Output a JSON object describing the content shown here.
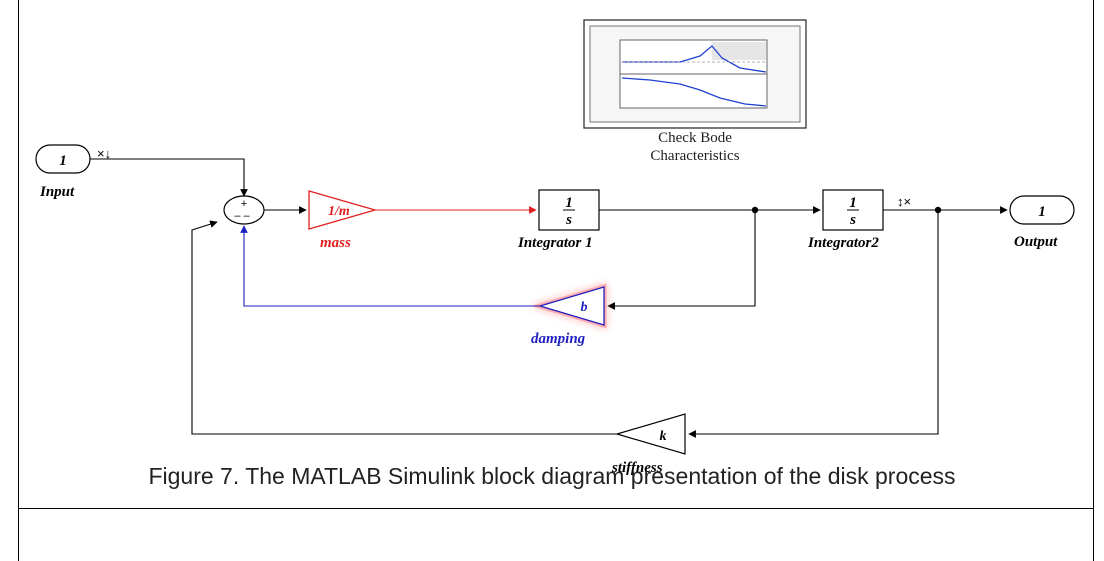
{
  "blocks": {
    "input": {
      "value": "1",
      "label": "Input",
      "port_marks": "×↓"
    },
    "output": {
      "value": "1",
      "label": "Output"
    },
    "sum": {
      "plus": "+",
      "minus": "– –"
    },
    "mass": {
      "text": "1/m",
      "label": "mass"
    },
    "integrator1": {
      "num": "1",
      "den": "s",
      "label": "Integrator 1"
    },
    "integrator2": {
      "num": "1",
      "den": "s",
      "label": "Integrator2",
      "port_marks": "↕×"
    },
    "damping": {
      "text": "b",
      "label": "damping"
    },
    "stiffness": {
      "text": "k",
      "label": "stiffness"
    },
    "bode": {
      "line1": "Check Bode",
      "line2": "Characteristics"
    }
  },
  "colors": {
    "mass": "#e02020",
    "damping": "#2020c0",
    "wire": "#000000"
  },
  "caption": "Figure 7. The MATLAB Simulink block diagram presentation of the disk process"
}
